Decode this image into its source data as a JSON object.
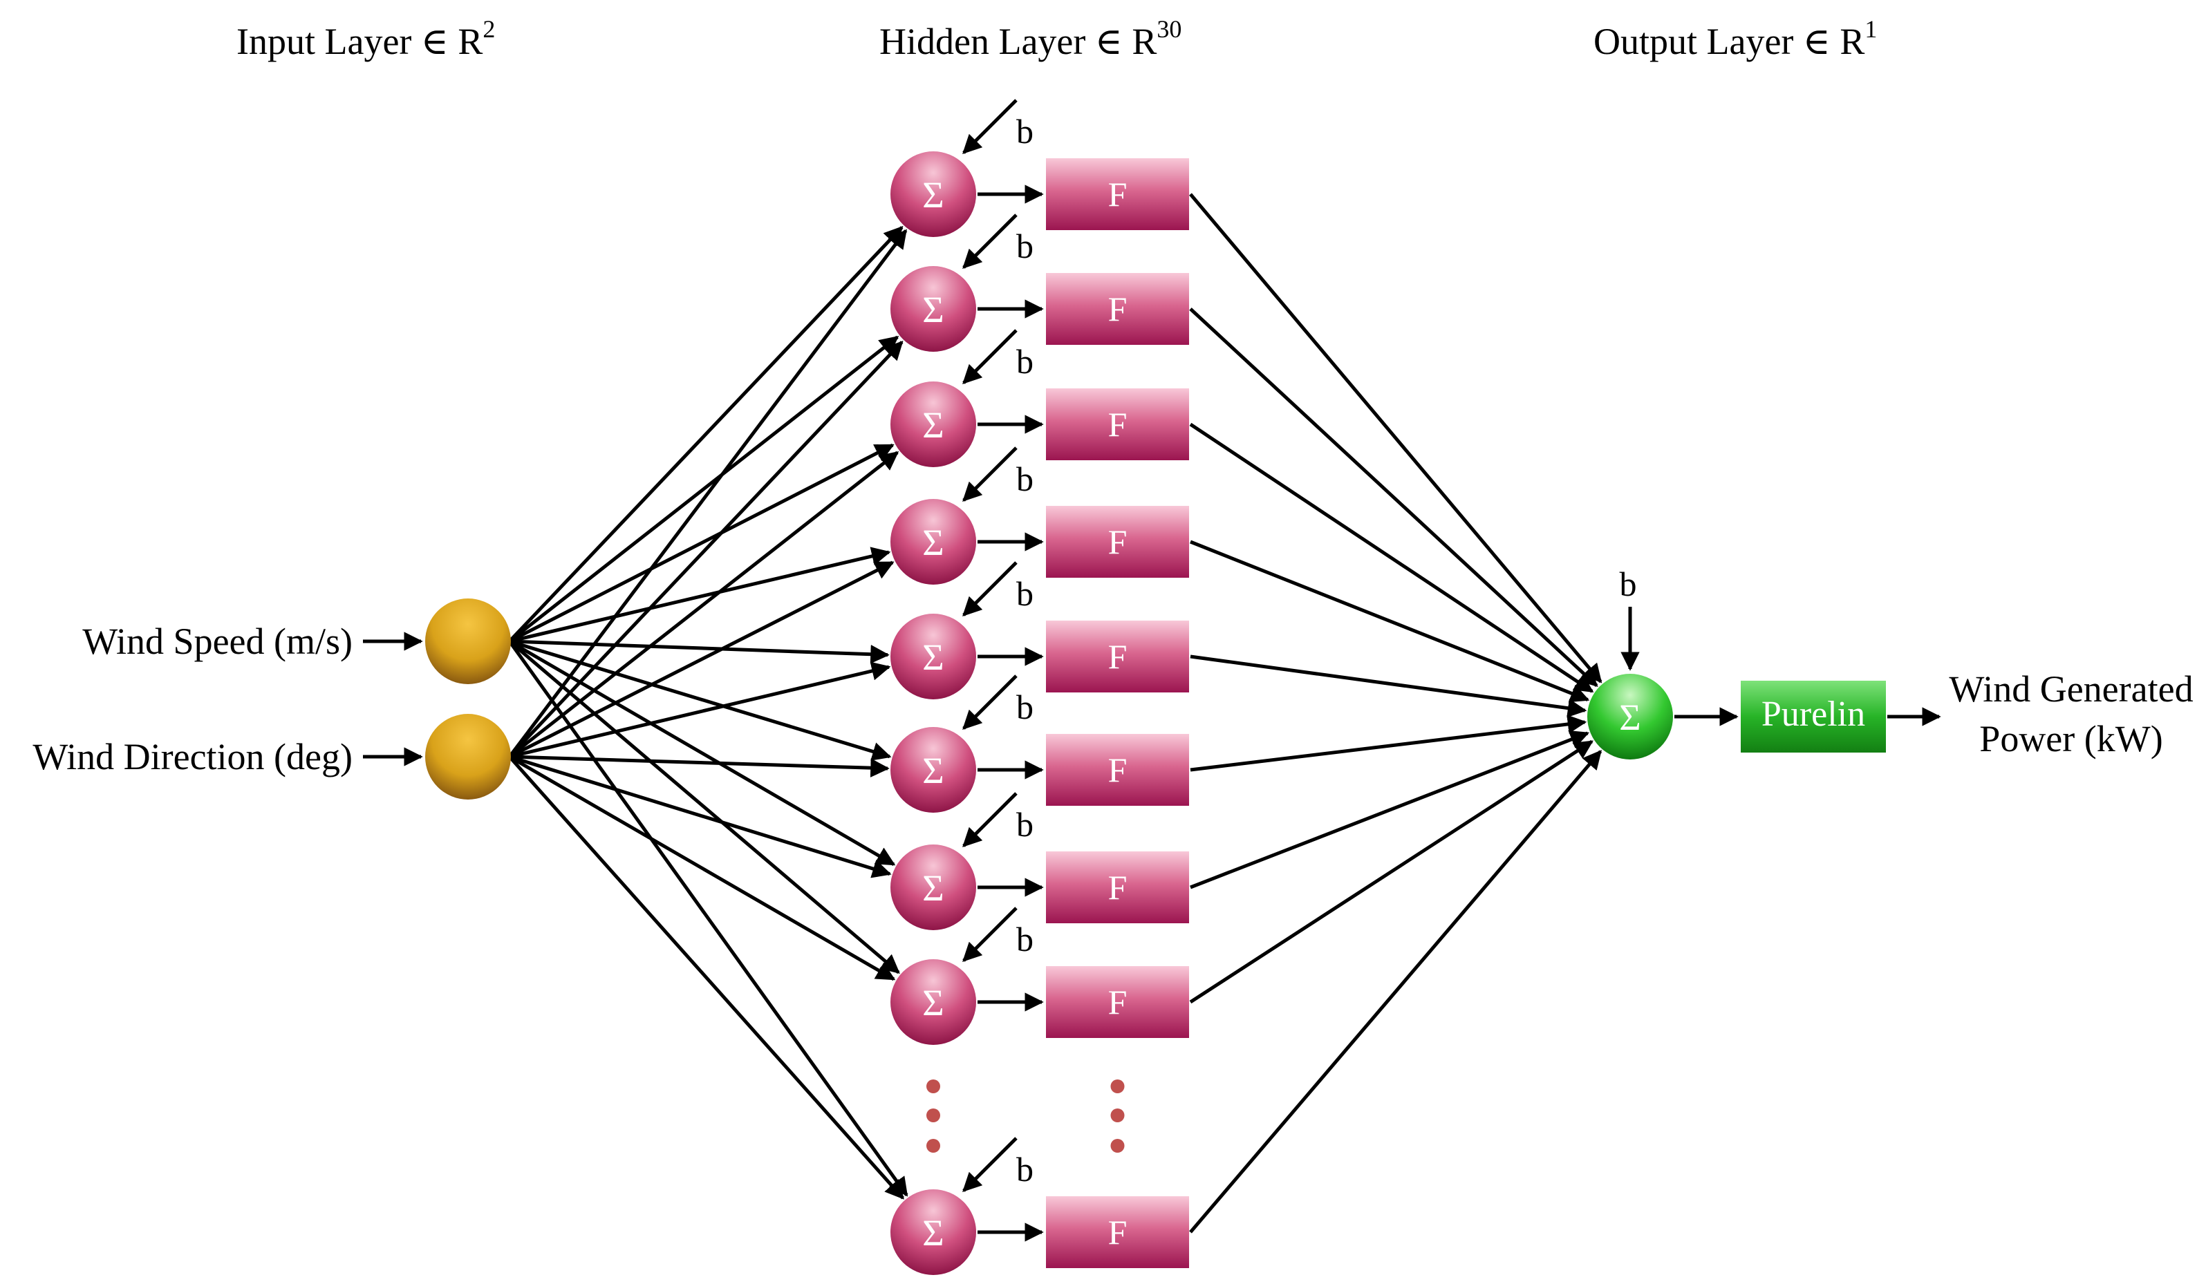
{
  "headers": {
    "input": {
      "text": "Input Layer ∈ R",
      "sup": "2"
    },
    "hidden": {
      "text": "Hidden Layer ∈ R",
      "sup": "30"
    },
    "output": {
      "text": "Output Layer ∈ R",
      "sup": "1"
    }
  },
  "inputs": [
    {
      "label": "Wind Speed (m/s)"
    },
    {
      "label": "Wind Direction (deg)"
    }
  ],
  "hidden_neurons": [
    {
      "sum_symbol": "Σ",
      "bias": "b",
      "activation": "F"
    },
    {
      "sum_symbol": "Σ",
      "bias": "b",
      "activation": "F"
    },
    {
      "sum_symbol": "Σ",
      "bias": "b",
      "activation": "F"
    },
    {
      "sum_symbol": "Σ",
      "bias": "b",
      "activation": "F"
    },
    {
      "sum_symbol": "Σ",
      "bias": "b",
      "activation": "F"
    },
    {
      "sum_symbol": "Σ",
      "bias": "b",
      "activation": "F"
    },
    {
      "sum_symbol": "Σ",
      "bias": "b",
      "activation": "F"
    },
    {
      "sum_symbol": "Σ",
      "bias": "b",
      "activation": "F"
    },
    {
      "sum_symbol": "Σ",
      "bias": "b",
      "activation": "F"
    }
  ],
  "output_neuron": {
    "sum_symbol": "Σ",
    "bias": "b",
    "activation": "Purelin",
    "label_lines": [
      "Wind Generated",
      "Power (kW)"
    ]
  },
  "colors": {
    "input_node": "#d9a21a",
    "hidden_node": "#c8336f",
    "output_node": "#22b82a",
    "purelin_box": "#1faa1f",
    "ellipsis_dot": "#c0504d"
  }
}
